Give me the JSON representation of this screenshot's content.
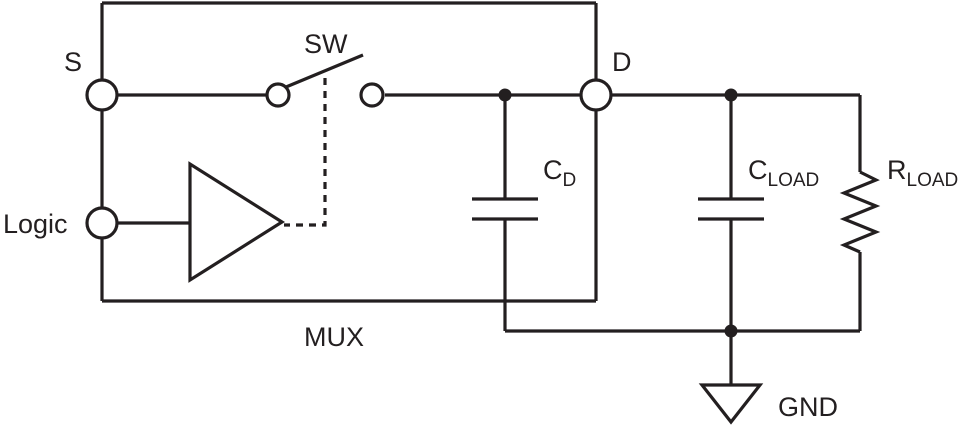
{
  "diagram": {
    "block_label": "MUX",
    "pins": {
      "source": "S",
      "drain": "D",
      "logic": "Logic"
    },
    "switch_label": "SW",
    "components": {
      "cd": {
        "letter": "C",
        "subscript": "D"
      },
      "cload": {
        "letter": "C",
        "subscript": "LOAD"
      },
      "rload": {
        "letter": "R",
        "subscript": "LOAD"
      }
    },
    "ground_label": "GND"
  },
  "colors": {
    "ink": "#231f20",
    "background": "#ffffff"
  }
}
